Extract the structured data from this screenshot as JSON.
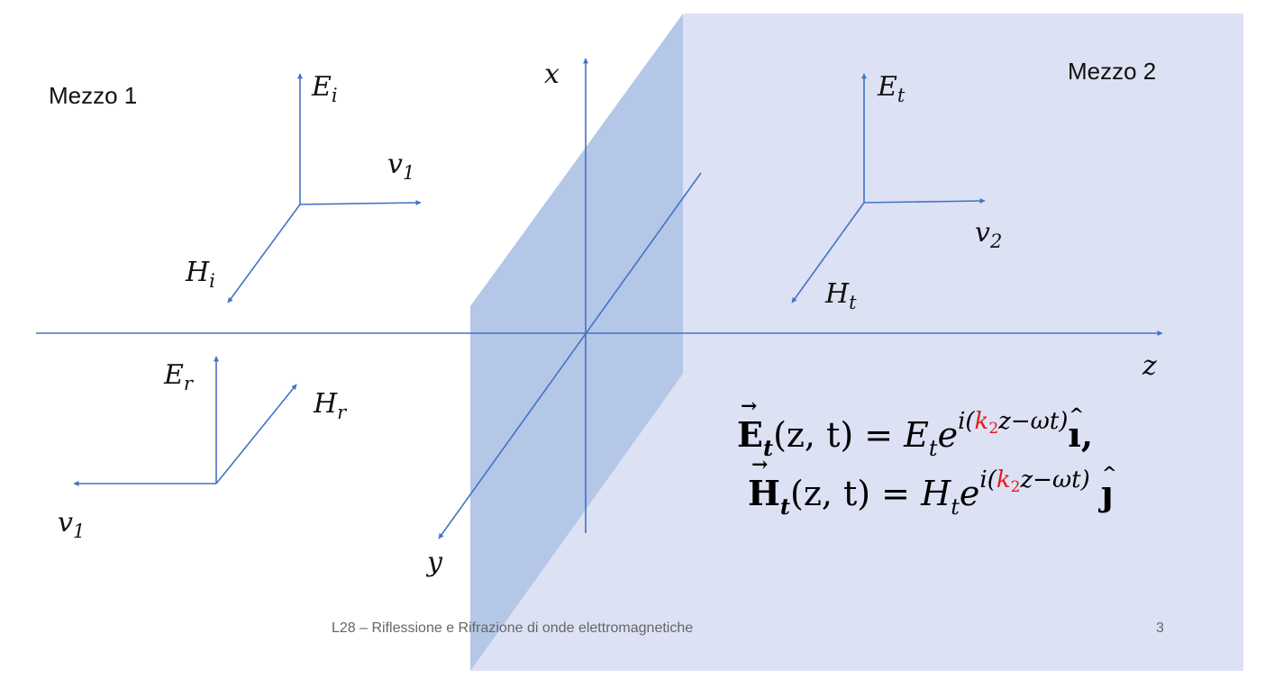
{
  "media": {
    "medium1": "Mezzo 1",
    "medium2": "Mezzo 2"
  },
  "axes": {
    "x": "x",
    "y": "y",
    "z": "z"
  },
  "incident": {
    "E": "E",
    "E_sub": "i",
    "H": "H",
    "H_sub": "i",
    "v": "v",
    "v_sub": "1"
  },
  "reflected": {
    "E": "E",
    "E_sub": "r",
    "H": "H",
    "H_sub": "r",
    "v": "v",
    "v_sub": "1"
  },
  "transmitted": {
    "E": "E",
    "E_sub": "t",
    "H": "H",
    "H_sub": "t",
    "v": "v",
    "v_sub": "2"
  },
  "equations": {
    "eq1": {
      "field": "E",
      "field_sub": "t",
      "args": "(z, t) = ",
      "amp": "E",
      "amp_sub": "t",
      "base": "e",
      "exp_open": "i(",
      "k": "k",
      "k_sub": "2",
      "exp_rest": "z−ωt)",
      "unit": "ı",
      "end": ","
    },
    "eq2": {
      "field": "H",
      "field_sub": "t",
      "args": "(z, t) = ",
      "amp": "H",
      "amp_sub": "t",
      "base": "e",
      "exp_open": "i(",
      "k": "k",
      "k_sub": "2",
      "exp_rest": "z−ωt)",
      "unit": "ȷ",
      "end": ""
    }
  },
  "footer": {
    "title": "L28  – Riflessione e Rifrazione di onde elettromagnetiche",
    "page": "3"
  },
  "colors": {
    "arrow": "#4472c4",
    "plane": "#b4c7e7",
    "medium2_bg": "#dde1f4",
    "highlight": "#e31b1b"
  }
}
